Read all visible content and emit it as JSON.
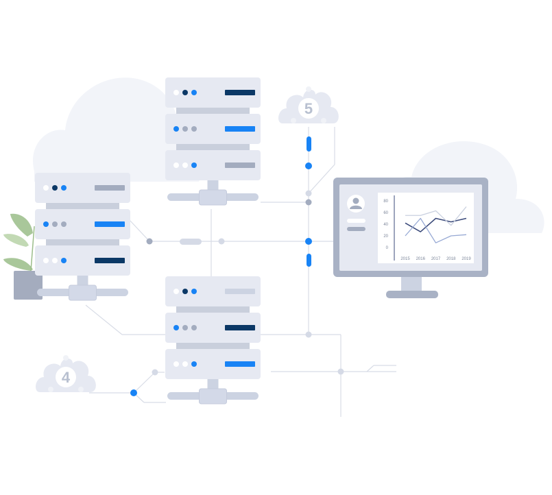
{
  "colors": {
    "panel": "#e6e9f2",
    "panel_gap": "#c9cfdc",
    "base": "#ccd3e2",
    "line": "#d8dce6",
    "cloud": "#f1f3f8",
    "accent_blue": "#1883f5",
    "navy": "#0b3866",
    "gray_bar": "#a3acbf",
    "light_bar": "#ccd3e2",
    "monitor_frame": "#a9b2c5",
    "plant_leaf": "#a9c79a",
    "pot": "#a4acbe"
  },
  "badges": [
    {
      "label": "5",
      "icon": "hub-cloud-icon"
    },
    {
      "label": "4",
      "icon": "hub-cloud-icon"
    }
  ],
  "chart_data": {
    "type": "line",
    "categories": [
      "2015",
      "2016",
      "2017",
      "2018",
      "2019"
    ],
    "yticks": [
      "80",
      "60",
      "40",
      "20",
      "0"
    ],
    "ylim": [
      0,
      80
    ],
    "series": [
      {
        "values": [
          42,
          27,
          50,
          44,
          50
        ],
        "color": "#3b4a7a"
      },
      {
        "values": [
          55,
          55,
          63,
          38,
          70
        ],
        "color": "#c9d0df"
      },
      {
        "values": [
          20,
          50,
          8,
          20,
          22
        ],
        "color": "#97a9d4"
      }
    ]
  }
}
